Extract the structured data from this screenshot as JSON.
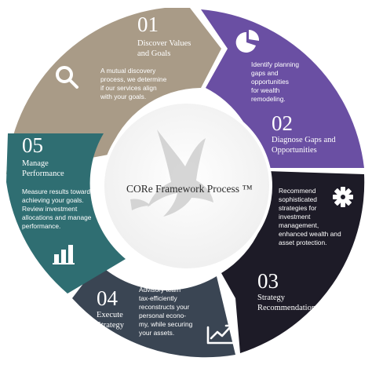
{
  "center": {
    "title": "CORe Framework Process ™"
  },
  "steps": [
    {
      "number": "01",
      "title_lines": [
        "Discover Values",
        "and Goals"
      ],
      "desc_lines": [
        "A mutual discovery",
        "process, we determine",
        "if our services align",
        "with your goals."
      ],
      "icon": "magnifier-icon",
      "color": "#a99b87"
    },
    {
      "number": "02",
      "title_lines": [
        "Diagnose Gaps and",
        "Opportunities"
      ],
      "desc_lines": [
        "Identify planning",
        "gaps and",
        "opportunities",
        "for wealth",
        "remodeling."
      ],
      "icon": "pie-chart-icon",
      "color": "#6a4fa3"
    },
    {
      "number": "03",
      "title_lines": [
        "Strategy",
        "Recommendation"
      ],
      "desc_lines": [
        "Recommend",
        "sophisticated",
        "strategies for",
        "investment",
        "management,",
        "enhanced wealth and",
        "asset protection."
      ],
      "icon": "gear-icon",
      "color": "#1d1b27"
    },
    {
      "number": "04",
      "title_lines": [
        "Execute",
        "Strategy"
      ],
      "desc_lines": [
        "Advisory team",
        "tax-efficiently",
        "reconstructs your",
        "personal econo-",
        "my, while securing",
        "your assets."
      ],
      "icon": "line-chart-icon",
      "color": "#3a4553"
    },
    {
      "number": "05",
      "title_lines": [
        "Manage",
        "Performance"
      ],
      "desc_lines": [
        "Measure results toward",
        "achieving your goals.",
        "Review investment",
        "allocations and manage",
        "performance."
      ],
      "icon": "bar-chart-icon",
      "color": "#2f6e72"
    }
  ]
}
